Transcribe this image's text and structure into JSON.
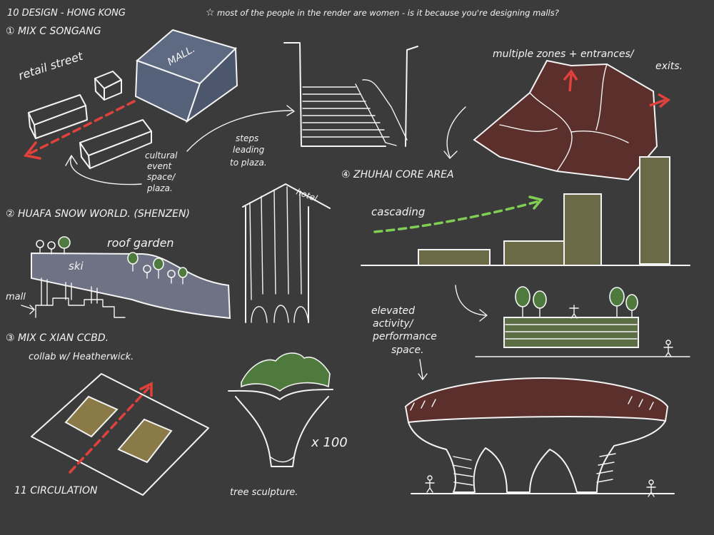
{
  "colors": {
    "background": "#3b3b3b",
    "ink": "#f4f4f4",
    "mall_block": "#5d6a82",
    "ski_slope": "#6e7284",
    "zone_plan": "#5b2f2c",
    "cascade_blocks": "#6a6a46",
    "planter": "#5b6e44",
    "tree_canopy": "#4f7a3e",
    "plot_squares": "#8a7a48",
    "red_arrow": "#e0413b",
    "green_arrow": "#7fcf55"
  },
  "notes": {
    "header": "10 DESIGN - HONG KONG",
    "question": "most of the people in the render are women - is it because you're designing malls?",
    "s1_title": "① MIX C SONGANG",
    "retail_street": "retail street",
    "mall_label": "MALL.",
    "cultural_1": "cultural",
    "cultural_2": "event",
    "cultural_3": "space/",
    "cultural_4": "plaza.",
    "steps_1": "steps",
    "steps_2": "leading",
    "steps_3": "to plaza.",
    "zones_1": "multiple zones + entrances/",
    "zones_2": "exits.",
    "s4_title": "④ ZHUHAI CORE AREA",
    "s2_title": "② HUAFA SNOW WORLD. (SHENZEN)",
    "roof_garden": "roof garden",
    "ski": "ski",
    "mall_small": "mall",
    "hotel": "hotel.",
    "cascading": "cascading",
    "s3_title": "③ MIX C XIAN CCBD.",
    "collab": "collab w/ Heatherwick.",
    "elevated_1": "elevated",
    "elevated_2": "activity/",
    "elevated_3": "performance",
    "elevated_4": "space.",
    "times": "x 100",
    "circulation": "11 CIRCULATION",
    "tree_sculpture": "tree sculpture."
  }
}
